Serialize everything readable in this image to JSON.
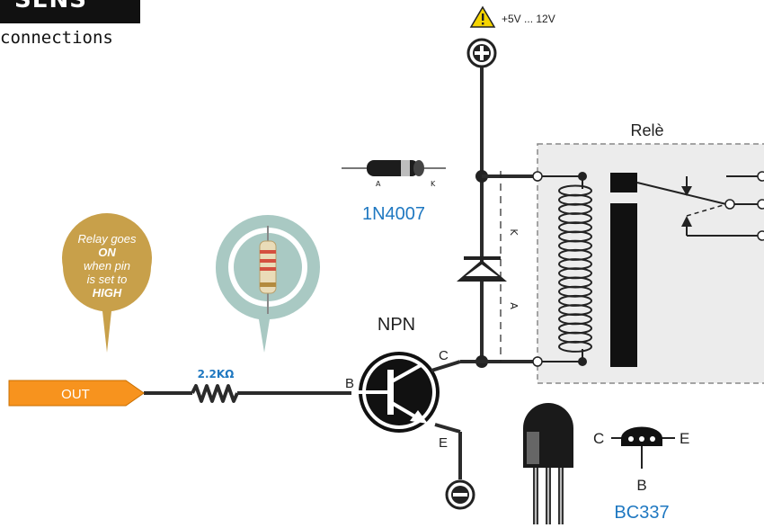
{
  "header": {
    "badge_text": "SENS",
    "subtitle": "connections"
  },
  "supply": {
    "label": "+5V ... 12V"
  },
  "diode": {
    "part": "1N4007",
    "pin_a": "A",
    "pin_k": "K",
    "label_k": "K",
    "label_a": "A"
  },
  "relay": {
    "title": "Relè"
  },
  "transistor": {
    "type_label": "NPN",
    "pin_b": "B",
    "pin_c": "C",
    "pin_e": "E"
  },
  "resistor": {
    "value": "2.2KΩ"
  },
  "output": {
    "label": "OUT"
  },
  "tip": {
    "line1": "Relay goes",
    "line2": "ON",
    "line3": "when pin",
    "line4": "is set to",
    "line5": "HIGH"
  },
  "package": {
    "part": "BC337",
    "pin_c": "C",
    "pin_b": "B",
    "pin_e": "E"
  },
  "colors": {
    "wire": "#2b2b2b",
    "blue": "#1f78c1",
    "orange": "#f7931e",
    "gold": "#c8a04a",
    "teal": "#a9c9c3",
    "relay_box": "#ececec"
  }
}
